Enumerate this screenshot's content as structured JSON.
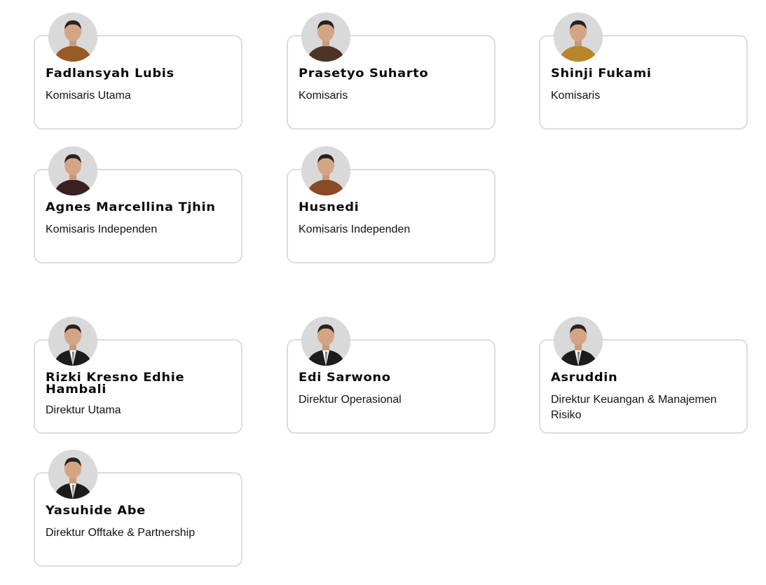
{
  "commissioners": [
    {
      "name": "Fadlansyah Lubis",
      "role": "Komisaris Utama",
      "attire": "#9a5a25"
    },
    {
      "name": "Prasetyo Suharto",
      "role": "Komisaris",
      "attire": "#4a3526"
    },
    {
      "name": "Shinji Fukami",
      "role": "Komisaris",
      "attire": "#b8862a"
    },
    {
      "name": "Agnes Marcellina Tjhin",
      "role": "Komisaris Independen",
      "attire": "#3a2020"
    },
    {
      "name": "Husnedi",
      "role": "Komisaris Independen",
      "attire": "#8a4a25"
    }
  ],
  "directors": [
    {
      "name": "Rizki Kresno Edhie Hambali",
      "role": "Direktur Utama",
      "attire": "#1c1c1c"
    },
    {
      "name": "Edi Sarwono",
      "role": "Direktur Operasional",
      "attire": "#1c1c1c"
    },
    {
      "name": "Asruddin",
      "role": "Direktur Keuangan & Manajemen Risiko",
      "attire": "#1c1c1c"
    },
    {
      "name": "Yasuhide Abe",
      "role": "Direktur Offtake & Partnership",
      "attire": "#1c1c1c"
    }
  ]
}
